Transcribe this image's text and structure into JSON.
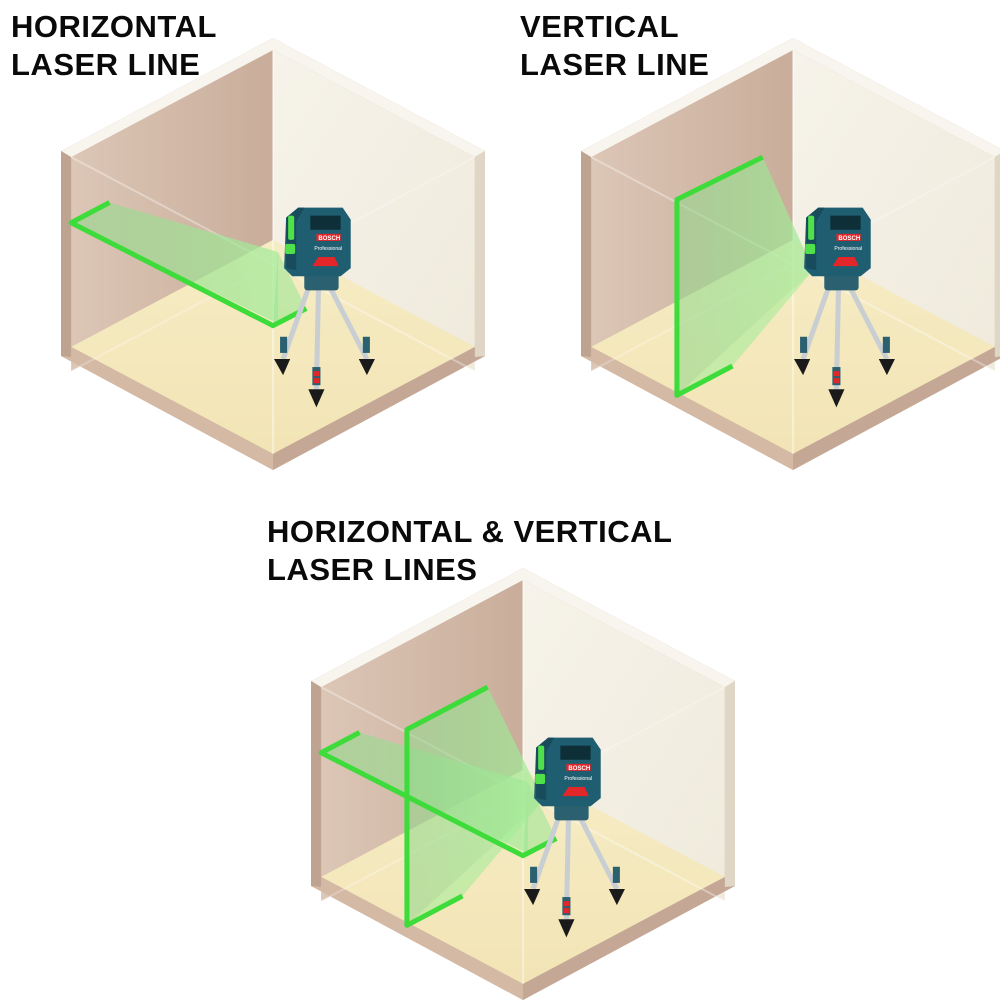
{
  "panels": [
    {
      "id": "horizontal",
      "title_line1": "HORIZONTAL",
      "title_line2": "LASER LINE",
      "laser_mode": "horizontal"
    },
    {
      "id": "vertical",
      "title_line1": "VERTICAL",
      "title_line2": "LASER LINE",
      "laser_mode": "vertical"
    },
    {
      "id": "combined",
      "title_line1": "HORIZONTAL & VERTICAL",
      "title_line2": "LASER LINES",
      "laser_mode": "cross"
    }
  ],
  "device": {
    "brand_label": "BOSCH",
    "sub_label": "Professional",
    "icon": "cross-line-laser-level-on-tripod"
  },
  "colors": {
    "laser_green": "#3ddc3a",
    "laser_fan": "#7fe07a",
    "left_wall": "#d8bfae",
    "right_wall": "#f3efe3",
    "floor": "#f4e8bd",
    "wall_edge": "#c7ab98",
    "rim": "#f7f3ec",
    "device_body": "#1f5d70",
    "device_red": "#e2262a"
  }
}
